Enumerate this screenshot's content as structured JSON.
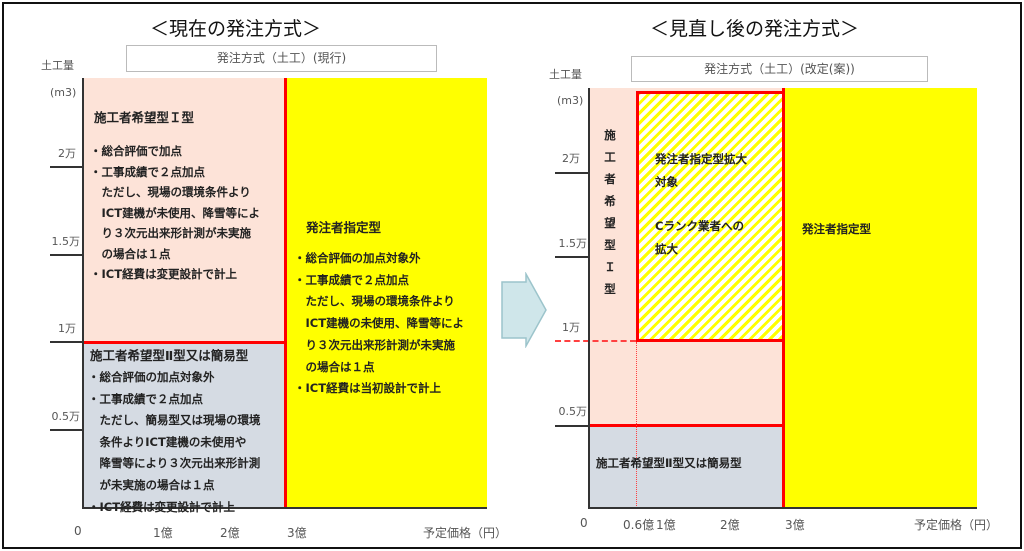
{
  "current": {
    "title": "＜現在の発注方式＞",
    "subtitle": "発注方式（土工）(現行)",
    "y_axis_label": "土工量",
    "y_unit": "(m3)",
    "y_ticks": [
      "2万",
      "1.5万",
      "1万",
      "0.5万"
    ],
    "x_ticks": [
      "0",
      "1億",
      "2億",
      "3億"
    ],
    "x_axis_label": "予定価格（円）",
    "type1": {
      "heading": "施工者希望型Ｉ型",
      "lines": [
        "・総合評価で加点",
        "・工事成績で２点加点",
        "　ただし、現場の環境条件より",
        "　ICT建機が未使用、降雪等によ",
        "　り３次元出来形計測が未実施",
        "　の場合は１点",
        "・ICT経費は変更設計で計上"
      ]
    },
    "type2": {
      "heading": "施工者希望型Ⅱ型又は簡易型",
      "lines": [
        "・総合評価の加点対象外",
        "・工事成績で２点加点",
        "　ただし、簡易型又は現場の環境",
        "　条件よりICT建機の未使用や",
        "　降雪等により３次元出来形計測",
        "　が未実施の場合は１点",
        "・ICT経費は変更設計で計上"
      ]
    },
    "designated": {
      "heading": "発注者指定型",
      "lines": [
        "・総合評価の加点対象外",
        "・工事成績で２点加点",
        "　ただし、現場の環境条件より",
        "　ICT建機の未使用、降雪等によ",
        "　り３次元出来形計測が未実施",
        "　の場合は１点",
        "・ICT経費は当初設計で計上"
      ]
    }
  },
  "revised": {
    "title": "＜見直し後の発注方式＞",
    "subtitle": "発注方式（土工）(改定(案))",
    "y_axis_label": "土工量",
    "y_unit": "(m3)",
    "y_ticks": [
      "2万",
      "1.5万",
      "1万",
      "0.5万"
    ],
    "x_ticks": [
      "0",
      "0.6億",
      "1億",
      "2億",
      "3億"
    ],
    "x_axis_label": "予定価格（円）",
    "type1_vertical": [
      "施",
      "工",
      "者",
      "希",
      "望",
      "型",
      "Ｉ",
      "型"
    ],
    "expansion": [
      "発注者指定型拡大",
      "対象",
      "",
      "Cランク業者への",
      "拡大"
    ],
    "designated": "発注者指定型",
    "type2": "施工者希望型Ⅱ型又は簡易型"
  },
  "colors": {
    "pink": "#fde3d8",
    "grey": "#d5dbe3",
    "yellow": "#ffff00",
    "red": "#ff0000",
    "arrow": "#cfe6ea"
  }
}
